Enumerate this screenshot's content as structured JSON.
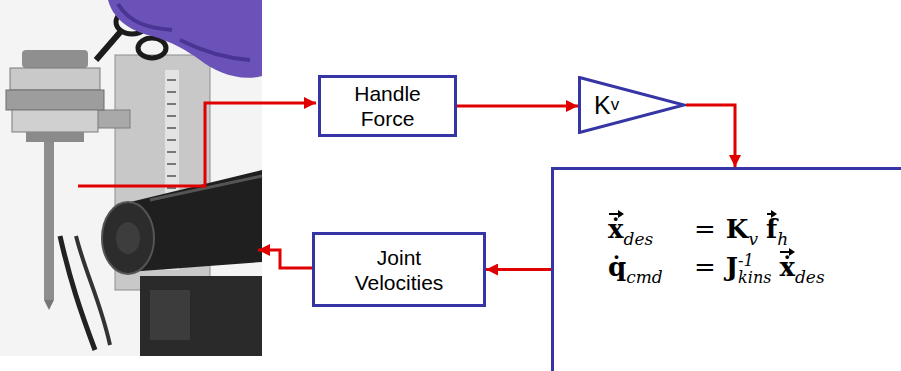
{
  "diagram": {
    "nodes": [
      {
        "text": [
          "Handle Force"
        ]
      },
      {
        "text": [
          "K",
          "v"
        ]
      },
      {
        "text": [
          "ẋ",
          "des",
          "=",
          "K",
          "v",
          "f",
          "h",
          "q̇",
          "cmd",
          "=",
          "J",
          "-1",
          "kins",
          "ẋ",
          "des"
        ]
      },
      {
        "text": [
          "Joint Velocities"
        ]
      }
    ],
    "edges": [
      {
        "from": 0,
        "to": 1,
        "arrow": "to"
      },
      {
        "from": 1,
        "to": 2,
        "arrow": "to"
      },
      {
        "from": 2,
        "to": 3,
        "arrow": "to"
      }
    ]
  }
}
